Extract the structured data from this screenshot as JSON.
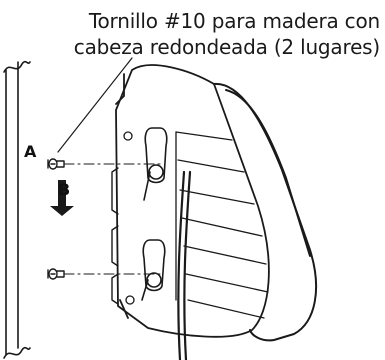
{
  "callout": {
    "line1": "Tornillo #10 para madera con",
    "line2": "cabeza redondeada (2 lugares)"
  },
  "labels": {
    "a": "A",
    "b": "B"
  },
  "colors": {
    "line": "#1a1a1a",
    "background": "#ffffff"
  },
  "icons": [
    "screw-icon",
    "arrow-down-left-icon"
  ]
}
